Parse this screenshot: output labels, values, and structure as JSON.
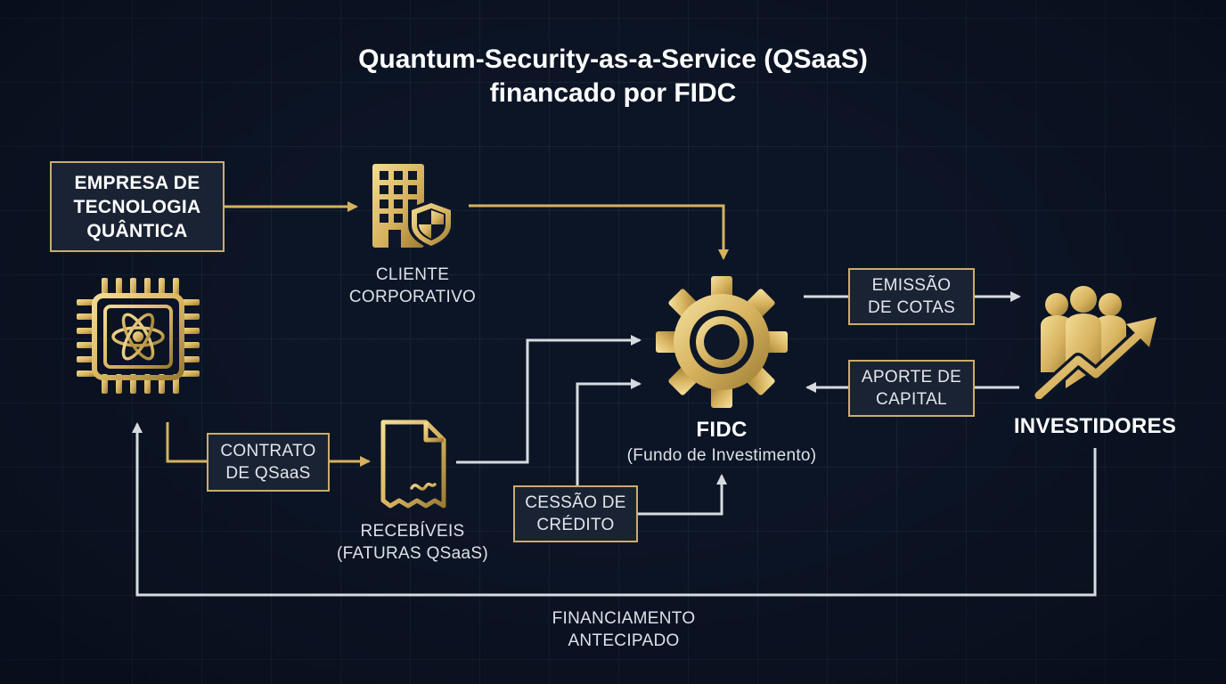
{
  "title": {
    "line1": "Quantum-Security-as-a-Service (QSaaS)",
    "line2": "financado por  FIDC"
  },
  "nodes": {
    "empresa": {
      "lines": [
        "EMPRESA DE",
        "TECNOLOGIA",
        "QUÂNTICA"
      ],
      "icon": "quantum-chip-icon"
    },
    "cliente": {
      "lines": [
        "CLIENTE",
        "CORPORATIVO"
      ],
      "icon": "building-shield-icon"
    },
    "recebiveis": {
      "lines": [
        "RECEBÍVEIS",
        "(FATURAS QSaaS)"
      ],
      "icon": "invoice-document-icon"
    },
    "fidc": {
      "name": "FIDC",
      "subtitle": "(Fundo de Investimento)",
      "icon": "gear-icon"
    },
    "investidores": {
      "name": "INVESTIDORES",
      "icon": "investors-growth-icon"
    }
  },
  "edges": {
    "contrato": [
      "CONTRATO",
      "DE QSaaS"
    ],
    "cessao": [
      "CESSÃO DE",
      "CRÉDITO"
    ],
    "emissao": [
      "EMISSÃO",
      "DE COTAS"
    ],
    "aporte": [
      "APORTE DE",
      "CAPITAL"
    ],
    "financiamento": [
      "FINANCIAMENTO",
      "ANTECIPADO"
    ]
  },
  "colors": {
    "gold": "#d6b25e",
    "gold_light": "#f3dc95",
    "gold_dark": "#9a7a32",
    "arrow_light": "#d7dbe0",
    "background": "#0c1526",
    "box_fill": "#1a2334"
  }
}
